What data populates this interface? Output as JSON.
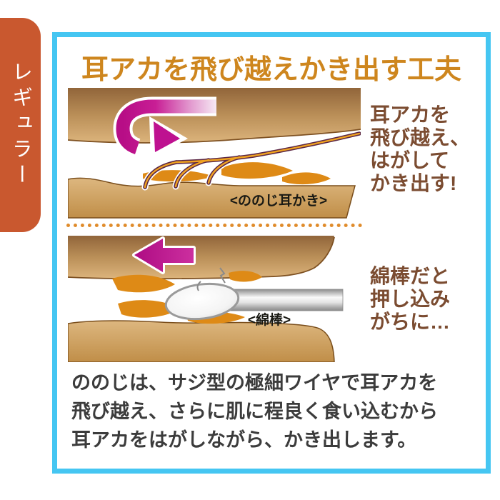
{
  "side_tab": {
    "label": "レギュラー",
    "bg_color": "#C9582F",
    "text_color": "#ffffff"
  },
  "panel": {
    "border_color": "#45C6F2",
    "title": "耳アカを飛び越えかき出す工夫",
    "title_color": "#CE861E"
  },
  "diagram_top": {
    "label": "<ののじ耳かき>",
    "caption_lines": [
      "耳アカを",
      "飛び越え、",
      "はがして",
      "かき出す!"
    ]
  },
  "diagram_bottom": {
    "label": "<綿棒>",
    "caption_lines": [
      "綿棒だと",
      "押し込み",
      "がちに…"
    ]
  },
  "description": {
    "lines": [
      "ののじは、サジ型の極細ワイヤで耳アカを",
      "飛び越え、さらに肌に程良く食い込むから",
      "耳アカをはがしながら、かき出します。"
    ]
  },
  "colors": {
    "arrow_magenta": "#BE1190",
    "earwax_orange": "#DE8A16",
    "skin_dark": "#91653A",
    "skin_light": "#DCB47C",
    "wire_outline": "#5C2846",
    "wire_core": "#F0A320",
    "caption_brown": "#7B4C31",
    "description_gray": "#3C3C3C",
    "dot_orange": "#E08C2C"
  }
}
